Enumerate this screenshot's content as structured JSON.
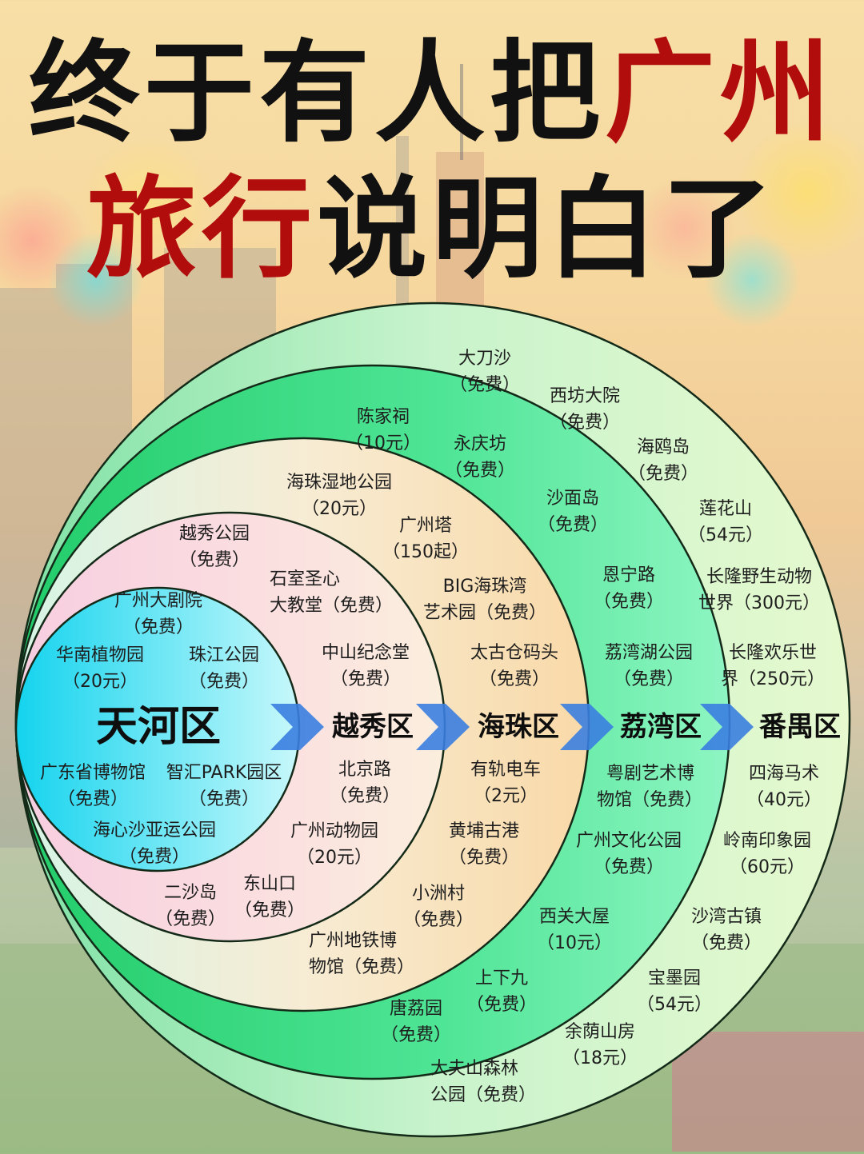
{
  "title": {
    "line1_black": "终于有人把",
    "line1_red": "广州",
    "line2_red": "旅行",
    "line2_black": "说明白了"
  },
  "colors": {
    "title_black": "#111111",
    "title_red": "#b10d0d",
    "arrow_blue": "#3a7ee0",
    "tianhe_fill": "#3fe0f2",
    "yuexiu_fill": "#fbd9e4",
    "haizhu_fill": "#f8e7c4",
    "liwan_fill": "#3ee48c",
    "panyu_fill": "#d9f7c8"
  },
  "districts": [
    {
      "name": "天河区",
      "spots": [
        {
          "name": "广州大剧院",
          "price": "（免费）"
        },
        {
          "name": "华南植物园",
          "price": "（20元）"
        },
        {
          "name": "珠江公园",
          "price": "（免费）"
        },
        {
          "name": "广东省博物馆",
          "price": "（免费）"
        },
        {
          "name": "智汇PARK园区",
          "price": "（免费）"
        },
        {
          "name": "海心沙亚运公园",
          "price": "（免费）"
        }
      ]
    },
    {
      "name": "越秀区",
      "spots": [
        {
          "name": "越秀公园",
          "price": "（免费）"
        },
        {
          "name": "石室圣心",
          "price": "大教堂（免费）"
        },
        {
          "name": "中山纪念堂",
          "price": "（免费）"
        },
        {
          "name": "北京路",
          "price": "（免费）"
        },
        {
          "name": "广州动物园",
          "price": "（20元）"
        },
        {
          "name": "东山口",
          "price": "（免费）"
        },
        {
          "name": "二沙岛",
          "price": "（免费）"
        }
      ]
    },
    {
      "name": "海珠区",
      "spots": [
        {
          "name": "海珠湿地公园",
          "price": "（20元）"
        },
        {
          "name": "广州塔",
          "price": "（150起）"
        },
        {
          "name": "BIG海珠湾",
          "price": "艺术园（免费）"
        },
        {
          "name": "太古仓码头",
          "price": "（免费）"
        },
        {
          "name": "有轨电车",
          "price": "（2元）"
        },
        {
          "name": "黄埔古港",
          "price": "（免费）"
        },
        {
          "name": "小洲村",
          "price": "（免费）"
        },
        {
          "name": "广州地铁博",
          "price": "物馆（免费）"
        }
      ]
    },
    {
      "name": "荔湾区",
      "spots": [
        {
          "name": "陈家祠",
          "price": "（10元）"
        },
        {
          "name": "永庆坊",
          "price": "（免费）"
        },
        {
          "name": "沙面岛",
          "price": "（免费）"
        },
        {
          "name": "恩宁路",
          "price": "（免费）"
        },
        {
          "name": "荔湾湖公园",
          "price": "（免费）"
        },
        {
          "name": "粤剧艺术博",
          "price": "物馆（免费）"
        },
        {
          "name": "广州文化公园",
          "price": "（免费）"
        },
        {
          "name": "西关大屋",
          "price": "（10元）"
        },
        {
          "name": "上下九",
          "price": "（免费）"
        },
        {
          "name": "唐荔园",
          "price": "（免费）"
        }
      ]
    },
    {
      "name": "番禺区",
      "spots": [
        {
          "name": "大刀沙",
          "price": "（免费）"
        },
        {
          "name": "西坊大院",
          "price": "（免费）"
        },
        {
          "name": "海鸥岛",
          "price": "（免费）"
        },
        {
          "name": "莲花山",
          "price": "（54元）"
        },
        {
          "name": "长隆野生动物",
          "price": "世界（300元）"
        },
        {
          "name": "长隆欢乐世",
          "price": "界（250元）"
        },
        {
          "name": "四海马术",
          "price": "（40元）"
        },
        {
          "name": "岭南印象园",
          "price": "（60元）"
        },
        {
          "name": "沙湾古镇",
          "price": "（免费）"
        },
        {
          "name": "宝墨园",
          "price": "（54元）"
        },
        {
          "name": "余荫山房",
          "price": "（18元）"
        },
        {
          "name": "大夫山森林",
          "price": "公园（免费）"
        }
      ]
    }
  ]
}
